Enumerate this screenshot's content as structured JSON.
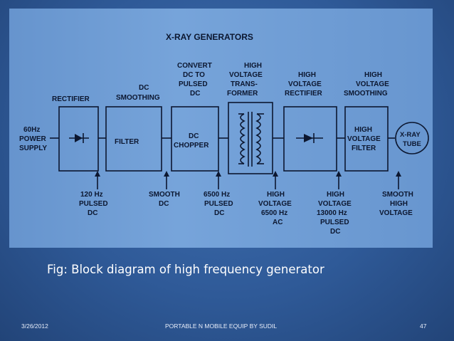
{
  "diagram": {
    "title": "X-RAY GENERATORS",
    "top_labels": {
      "rectifier": "RECTIFIER",
      "dc_smoothing": [
        "DC",
        "SMOOTHING"
      ],
      "convert": [
        "CONVERT",
        "DC TO",
        "PULSED",
        "DC"
      ],
      "transformer": [
        "HIGH",
        "VOLTAGE",
        "TRANS-",
        "FORMER"
      ],
      "hv_rectifier": [
        "HIGH",
        "VOLTAGE",
        "RECTIFIER"
      ],
      "hv_smoothing": [
        "HIGH",
        "VOLTAGE",
        "SMOOTHING"
      ]
    },
    "power_supply": [
      "60Hz",
      "POWER",
      "SUPPLY"
    ],
    "blocks": {
      "filter": "FILTER",
      "chopper": [
        "DC",
        "CHOPPER"
      ],
      "hv_filter": [
        "HIGH",
        "VOLTAGE",
        "FILTER"
      ],
      "xray_tube": [
        "X-RAY",
        "TUBE"
      ]
    },
    "bottom_labels": {
      "pulsed_dc": [
        "120 Hz",
        "PULSED",
        "DC"
      ],
      "smooth_dc": [
        "SMOOTH",
        "DC"
      ],
      "pulsed_dc_6500": [
        "6500 Hz",
        "PULSED",
        "DC"
      ],
      "hv_ac": [
        "HIGH",
        "VOLTAGE",
        "6500 Hz",
        "AC"
      ],
      "hv_pulsed": [
        "HIGH",
        "VOLTAGE",
        "13000 Hz",
        "PULSED",
        "DC"
      ],
      "smooth_hv": [
        "SMOOTH",
        "HIGH",
        "VOLTAGE"
      ]
    },
    "colors": {
      "paper": "#6f9fd8",
      "ink": "#0c1730",
      "slide_bg": "#2f5a98"
    }
  },
  "caption": "Fig: Block diagram of high frequency generator",
  "footer": {
    "date": "3/26/2012",
    "center": "PORTABLE N MOBILE EQUIP BY SUDIL",
    "page": "47"
  }
}
